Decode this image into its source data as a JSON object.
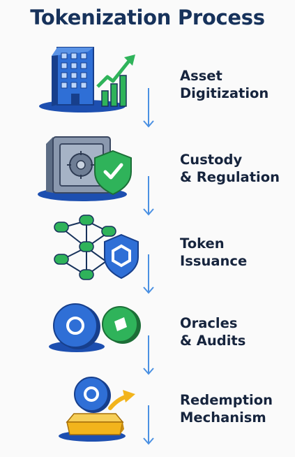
{
  "title": "Tokenization Process",
  "colors": {
    "title": "#17325b",
    "label": "#16243d",
    "blue": "#2f6fd6",
    "dark_blue": "#173f8c",
    "green": "#2fb35a",
    "arrow": "#4a90e2",
    "gold": "#f2b41c"
  },
  "steps": [
    {
      "id": "asset-digitization",
      "line1": "Asset",
      "line2": "Digitization",
      "icon": "building-growth-icon"
    },
    {
      "id": "custody-regulation",
      "line1": "Custody",
      "line2": "& Regulation",
      "icon": "vault-shield-icon"
    },
    {
      "id": "token-issuance",
      "line1": "Token",
      "line2": "Issuance",
      "icon": "blockchain-network-icon"
    },
    {
      "id": "oracles-audits",
      "line1": "Oracles",
      "line2": "& Audits",
      "icon": "coins-icon"
    },
    {
      "id": "redemption-mechanism",
      "line1": "Redemption",
      "line2": "Mechanism",
      "icon": "gold-bar-exchange-icon"
    }
  ]
}
